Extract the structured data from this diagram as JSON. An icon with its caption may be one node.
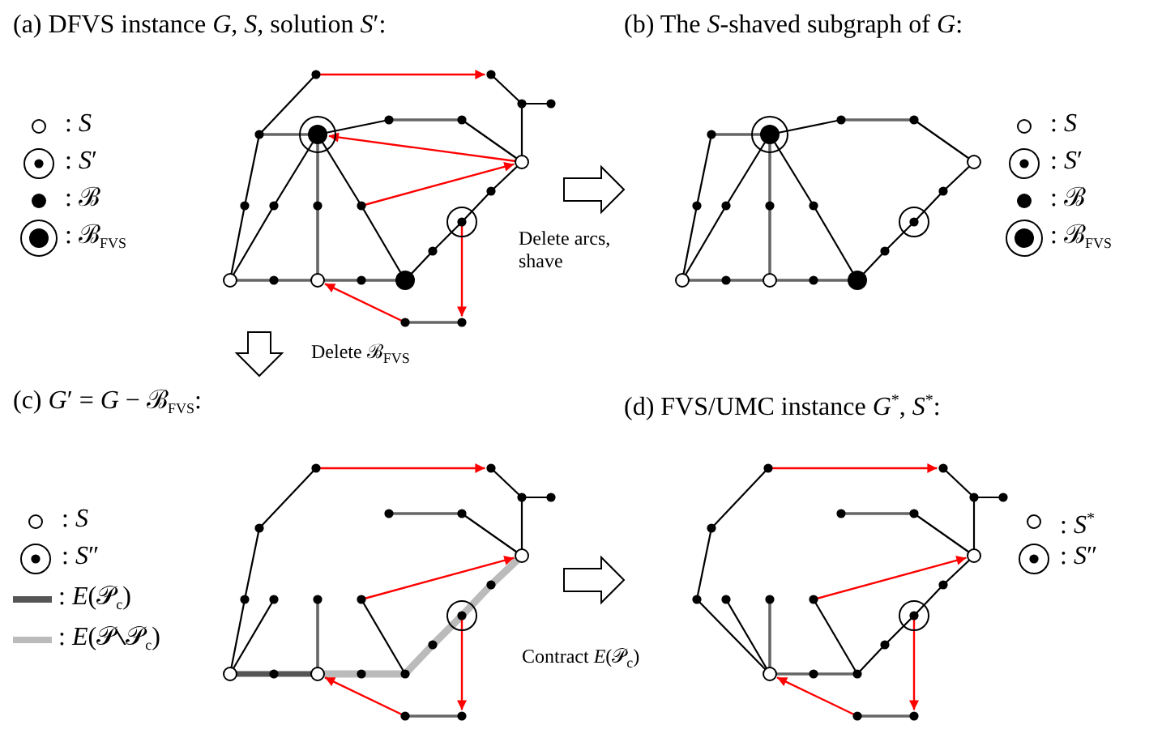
{
  "diagram": {
    "nodes": [
      {
        "text": [
          "(a) DFVS instance *G*, *S*, solution *S*′:"
        ]
      },
      {
        "text": [
          "(b) The *S*-shaved subgraph of *G*:"
        ]
      },
      {
        "text": [
          "(c) *G*′ = *G* − ℬ$_{FVS}$:"
        ]
      },
      {
        "text": [
          "(d) FVS/UMC instance *G*$^{*}$, *S*$^{*}$:"
        ]
      }
    ],
    "edges": [
      {
        "from": 0,
        "to": 1,
        "arrow": "to",
        "label": "Delete arcs, shave"
      },
      {
        "from": 0,
        "to": 2,
        "arrow": "to",
        "label": "Delete ℬ$_{FVS}$"
      },
      {
        "from": 2,
        "to": 3,
        "arrow": "to",
        "label": "Contract *E*(𝒫$_{c}$)"
      }
    ],
    "legend": [
      {
        "text": ": *S*"
      },
      {
        "text": ": *S*′"
      },
      {
        "text": ": ℬ"
      },
      {
        "text": ": ℬ$_{FVS}$"
      },
      {
        "text": ": *S*"
      },
      {
        "text": ": *S*′"
      },
      {
        "text": ": ℬ"
      },
      {
        "text": ": ℬ$_{FVS}$"
      },
      {
        "text": ": *S*"
      },
      {
        "text": ": *S*″"
      },
      {
        "text": ": *E*(𝒫$_{c}$)"
      },
      {
        "text": ": *E*(𝒫∖𝒫$_{c}$)"
      },
      {
        "text": ": *S*$^{*}$"
      },
      {
        "text": ": *S*″"
      }
    ]
  }
}
